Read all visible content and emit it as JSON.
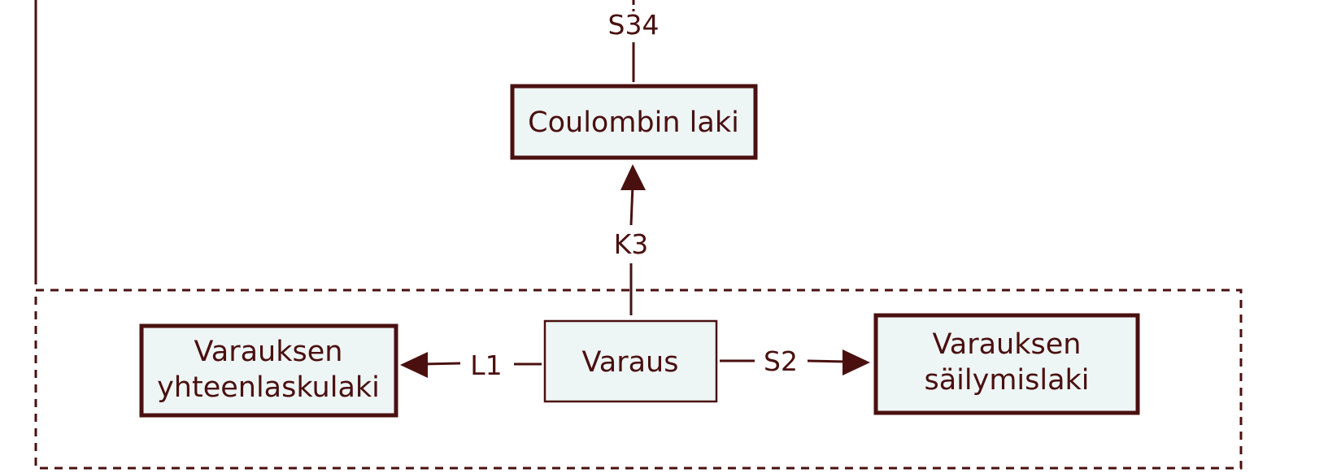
{
  "colors": {
    "stroke": "#4a1010",
    "node_fill": "#eef5f5",
    "background": "#ffffff"
  },
  "nodes": {
    "coulomb": {
      "label": "Coulombin laki"
    },
    "varaus": {
      "label": "Varaus"
    },
    "yhteenlasku": {
      "line1": "Varauksen",
      "line2": "yhteenlaskulaki"
    },
    "sailymis": {
      "line1": "Varauksen",
      "line2": "säilymislaki"
    }
  },
  "edges": {
    "s34": {
      "label": "S34"
    },
    "k3": {
      "label": "K3"
    },
    "l1": {
      "label": "L1"
    },
    "s2": {
      "label": "S2"
    }
  }
}
